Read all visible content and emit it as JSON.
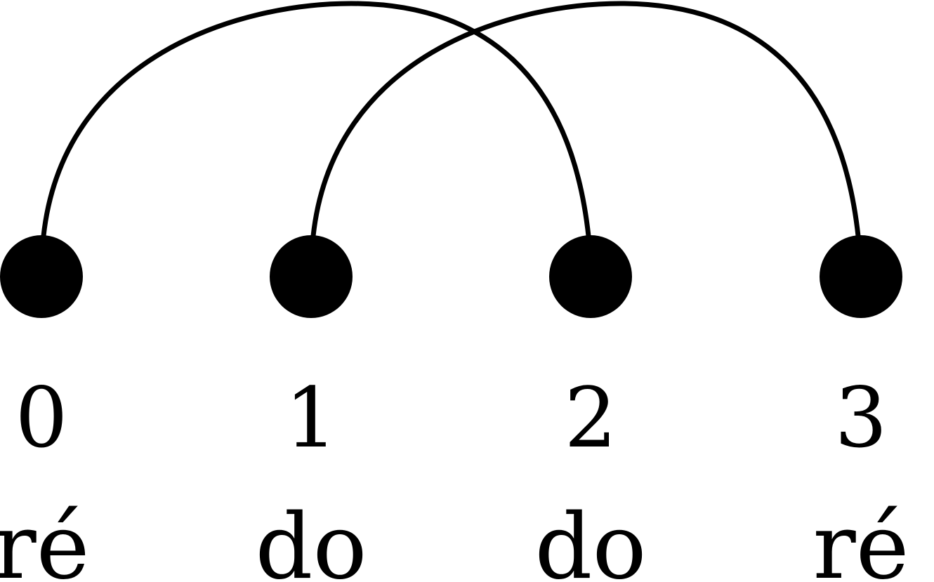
{
  "nodes": [
    {
      "index": "0",
      "name": "ré"
    },
    {
      "index": "1",
      "name": "do"
    },
    {
      "index": "2",
      "name": "do"
    },
    {
      "index": "3",
      "name": "ré"
    }
  ],
  "arcs": [
    {
      "from": 0,
      "to": 2
    },
    {
      "from": 1,
      "to": 3
    }
  ],
  "colors": {
    "ink": "#000000",
    "background": "#ffffff"
  }
}
